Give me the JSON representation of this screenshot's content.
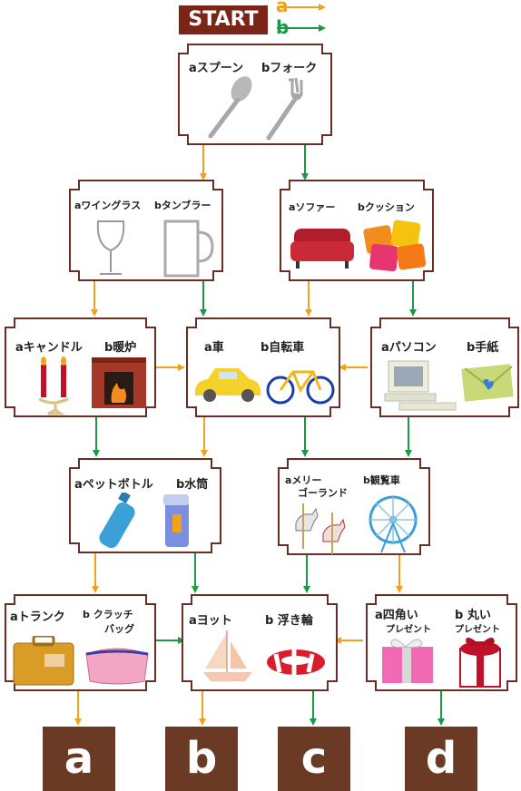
{
  "start": "START",
  "legend": {
    "a": "a",
    "b": "b"
  },
  "colors": {
    "a": "#f2a11b",
    "b": "#1a9a44",
    "frame": "#6b2e25",
    "result": "#6b3a24"
  },
  "nodes": {
    "spoon_fork": {
      "a": "aスプーン",
      "b": "bフォーク"
    },
    "glass": {
      "a": "aワイングラス",
      "b": "bタンブラー"
    },
    "sofa": {
      "a": "aソファー",
      "b": "bクッション"
    },
    "candle": {
      "a": "aキャンドル",
      "b": "b暖炉"
    },
    "car": {
      "a": "a車",
      "b": "b自転車"
    },
    "pc": {
      "a": "aパソコン",
      "b": "b手紙"
    },
    "bottle": {
      "a": "aペットボトル",
      "b": "b水筒"
    },
    "merry": {
      "a1": "aメリー",
      "a2": "ゴーランド",
      "b": "b観覧車"
    },
    "trunk": {
      "a": "aトランク",
      "b1": "b クラッチ",
      "b2": "バッグ"
    },
    "yacht": {
      "a": "aヨット",
      "b": "b 浮き輪"
    },
    "present": {
      "a1": "a四角い",
      "a2": "プレゼント",
      "b1": "b 丸い",
      "b2": "プレゼント"
    }
  },
  "results": [
    "a",
    "b",
    "c",
    "d"
  ]
}
